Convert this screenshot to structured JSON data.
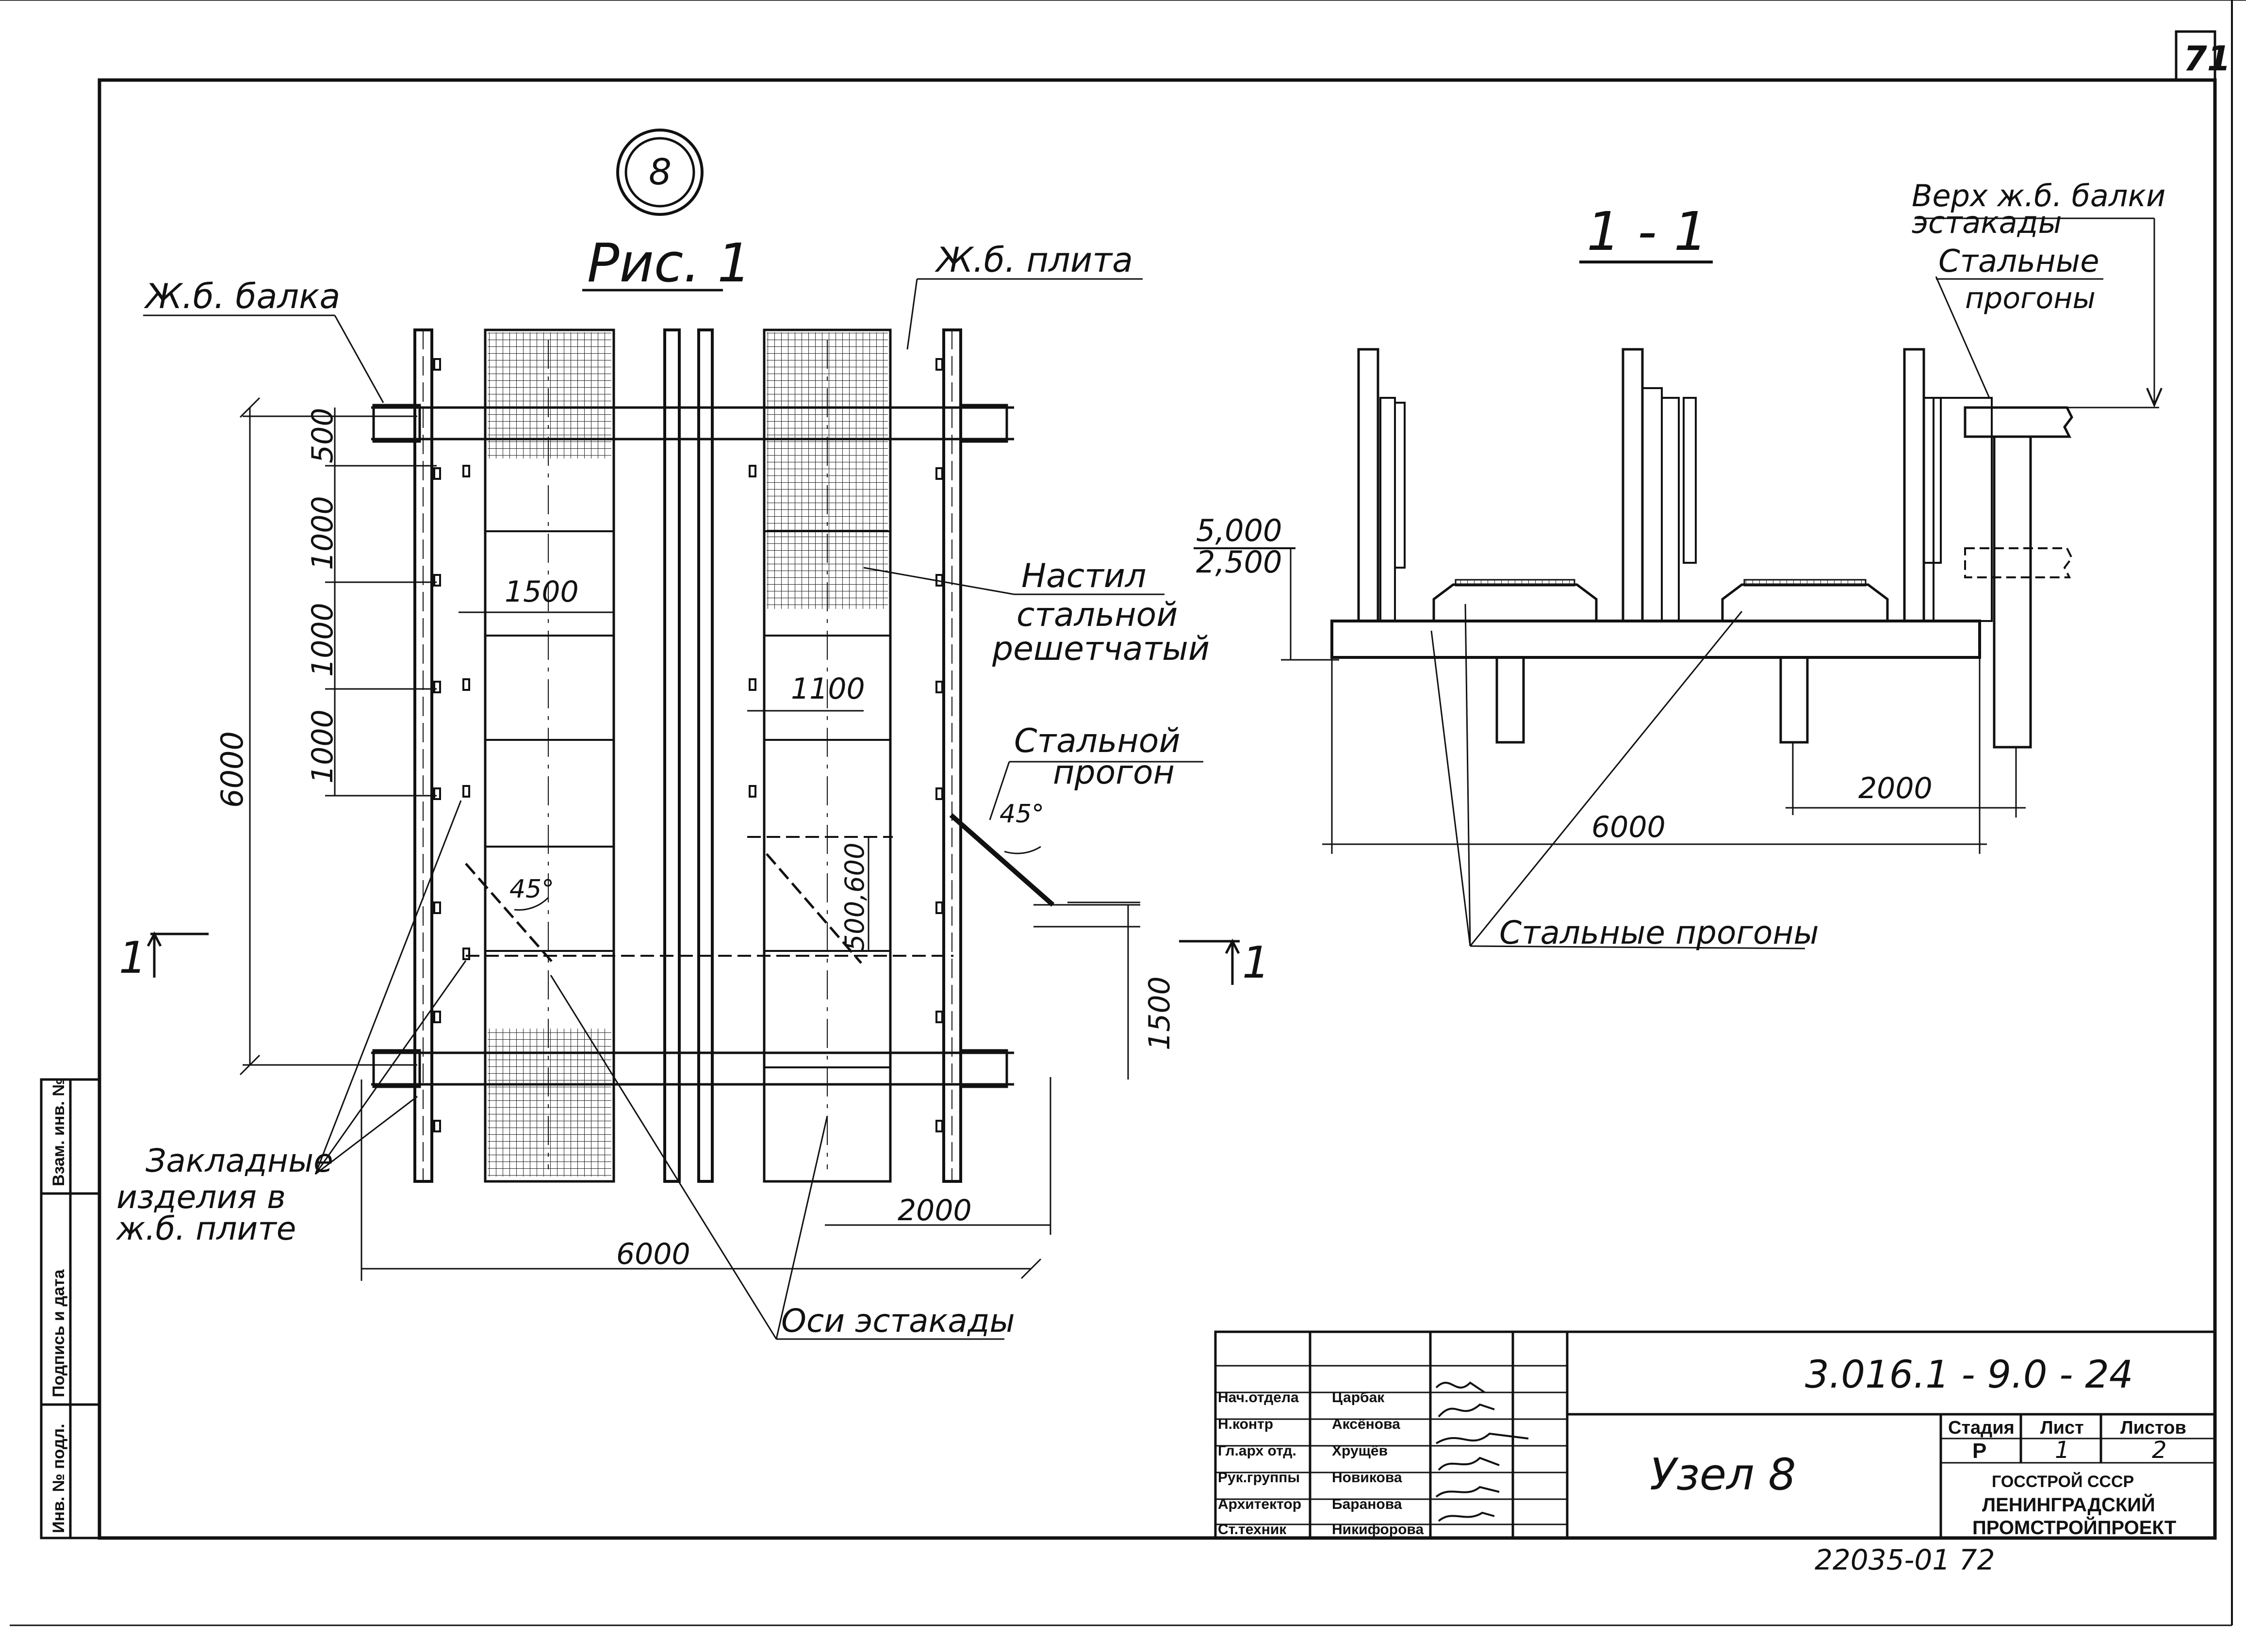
{
  "sheet": {
    "page_number": "71",
    "node_badge": "8",
    "fig_title": "Рис. 1",
    "section_title": "1 - 1",
    "section_mark_left": "1",
    "section_mark_right": "1"
  },
  "plan": {
    "label_beam": "Ж.б. балка",
    "label_slab": "Ж.б. плита",
    "label_deck": [
      "Настил",
      "стальной",
      "решетчатый"
    ],
    "label_purlin": [
      "Стальной",
      "прогон"
    ],
    "label_embedded": [
      "Закладные",
      "изделия в",
      "ж.б. плите"
    ],
    "label_axes": "Оси эстакады",
    "dims": {
      "d500": "500",
      "d1000a": "1000",
      "d1000b": "1000",
      "d1000c": "1000",
      "d6000v": "6000",
      "d1500": "1500",
      "d1100": "1100",
      "d500_600": "500,600",
      "d1500v": "1500",
      "d2000": "2000",
      "d6000h": "6000"
    },
    "angle_left": "45°",
    "angle_right": "45°"
  },
  "section": {
    "label_top_beam": [
      "Верх ж.б. балки",
      "эстакады"
    ],
    "label_steel_purlins_top": [
      "Стальные",
      "прогоны"
    ],
    "label_steel_purlins_bottom": "Стальные прогоны",
    "elev_top": "5,000",
    "elev_bottom": "2,500",
    "dim_2000": "2000",
    "dim_6000": "6000"
  },
  "side_strip": {
    "vzam": "Взам. инв. №",
    "podpis": "Подпись и дата",
    "inv": "Инв. № подл."
  },
  "title_block": {
    "doc_code": "3.016.1 - 9.0 - 24",
    "drawing_name": "Узел 8",
    "head_stage": "Стадия",
    "head_sheet": "Лист",
    "head_sheets": "Листов",
    "stage": "Р",
    "sheet": "1",
    "sheets": "2",
    "org1": "ГОССТРОЙ СССР",
    "org2": "ЛЕНИНГРАДСКИЙ",
    "org3": "ПРОМСТРОЙПРОЕКТ",
    "roles": [
      {
        "role": "Нач.отдела",
        "name": "Царбак"
      },
      {
        "role": "Н.контр",
        "name": "Аксёнова"
      },
      {
        "role": "Гл.арх отд.",
        "name": "Хрущёв"
      },
      {
        "role": "Рук.группы",
        "name": "Новикова"
      },
      {
        "role": "Архитектор",
        "name": "Баранова"
      },
      {
        "role": "Ст.техник",
        "name": "Никифорова"
      }
    ]
  },
  "archive_number": "22035-01 72"
}
